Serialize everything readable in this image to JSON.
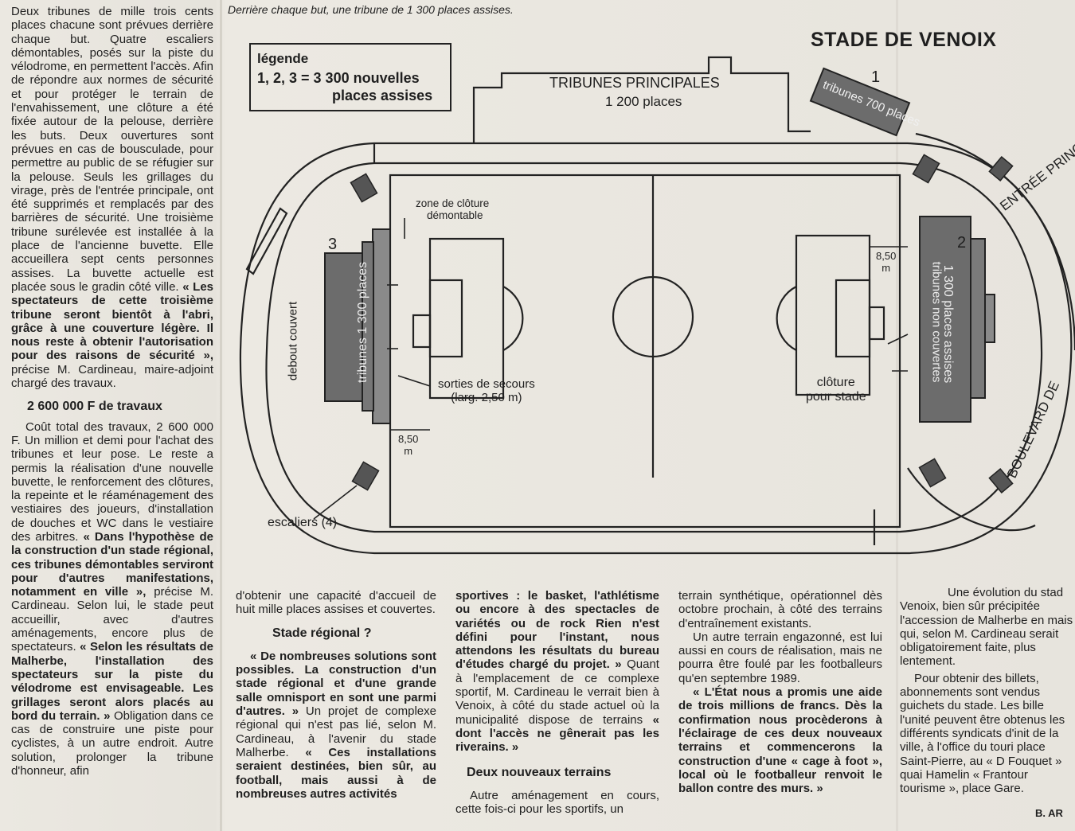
{
  "caption": "Derrière chaque but, une tribune de 1 300 places assises.",
  "title": "STADE DE VENOIX",
  "legend": {
    "heading": "légende",
    "line1": "1, 2, 3  =  3 300 nouvelles",
    "line2": "places assises"
  },
  "map_labels": {
    "tribunes_principales": "TRIBUNES PRINCIPALES",
    "tribunes_principales_places": "1 200 places",
    "stand1_number": "1",
    "stand1_text": "tribunes 700 places",
    "entree_principale": "ENTRÉE PRINCIPALE",
    "zone_cloture": "zone de clôture",
    "zone_cloture_2": "démontable",
    "stand3_number": "3",
    "stand3_text": "tribunes 1 300 places",
    "debout_couvert": "debout couvert",
    "sorties": "sorties de secours",
    "sorties_2": "(larg. 2,50 m)",
    "dim_left": "8,50",
    "dim_left_unit": "m",
    "dim_right": "8,50",
    "dim_right_unit": "m",
    "stand2_number": "2",
    "stand2_text": "1 300 places assises",
    "stand2_text2": "tribunes non couvertes",
    "cloture": "clôture",
    "cloture_2": "pour stade",
    "escaliers": "escaliers (4)",
    "boulevard": "BOULEVARD DE"
  },
  "col1": {
    "p1": "Deux tribunes de mille trois cents places chacune sont prévues derrière chaque but. Quatre escaliers démontables, posés sur la piste du vélodrome, en permettent l'accès. Afin de répondre aux normes de sécurité et pour protéger le terrain de l'envahissement, une clôture a été fixée autour de la pelouse, derrière les buts. Deux ouvertures sont prévues en cas de bousculade, pour permettre au public de se réfugier sur la pelouse. Seuls les grillages du virage, près de l'entrée principale, ont été supprimés et remplacés par des barrières de sécurité. Une troisième tribune surélevée est installée à la place de l'ancienne buvette. Elle accueillera sept cents personnes assises. La buvette actuelle est placée sous le gradin côté ville.",
    "p1_bold": "« Les spectateurs de cette troisième tribune seront bientôt à l'abri, grâce à une couverture légère. Il nous reste à obtenir l'autorisation pour des raisons de sécurité »,",
    "p1_end": "précise M. Cardineau, maire-adjoint chargé des travaux.",
    "subhead": "2 600 000 F de travaux",
    "p2": "Coût total des travaux, 2 600 000 F. Un million et demi pour l'achat des tribunes et leur pose. Le reste a permis la réalisation d'une nouvelle buvette, le renforcement des clôtures, la repeinte et le réaménagement des vestiaires des joueurs, d'installation de douches et WC dans le vestiaire des arbitres.",
    "p2_bold": "« Dans l'hypothèse de la construction d'un stade régional, ces tribunes démontables serviront pour d'autres manifestations, notamment en ville »,",
    "p2_mid": "précise M. Cardineau. Selon lui, le stade peut accueillir, avec d'autres aménagements, encore plus de spectateurs.",
    "p2_bold2": "« Selon les résultats de Malherbe, l'installation des spectateurs sur la piste du vélodrome est envisageable. Les grillages seront alors placés au bord du terrain. »",
    "p2_end": "Obligation dans ce cas de construire une piste pour cyclistes, à un autre endroit. Autre solution, prolonger la tribune d'honneur, afin"
  },
  "col2": {
    "p1": "d'obtenir une capacité d'accueil de huit mille places assises et couvertes.",
    "subhead": "Stade régional ?",
    "p2_bold": "« De nombreuses solutions sont possibles. La construction d'un stade régional et d'une grande salle omnisport en sont une parmi d'autres. »",
    "p2": "Un projet de complexe régional qui n'est pas lié, selon M. Cardineau, à l'avenir du stade Malherbe.",
    "p2_bold2": "« Ces installations seraient destinées, bien sûr, au football, mais aussi à de nombreuses autres activités"
  },
  "col3": {
    "p1_bold": "sportives : le basket, l'athlétisme ou encore à des spectacles de variétés ou de rock Rien n'est défini pour l'instant, nous attendons les résultats du bureau d'études chargé du projet. »",
    "p1": "Quant à l'emplacement de ce complexe sportif, M. Cardineau le verrait bien à Venoix, à côté du stade actuel où la municipalité dispose de terrains",
    "p1_bold2": "« dont l'accès ne gênerait pas les riverains. »",
    "subhead": "Deux nouveaux terrains",
    "p2": "Autre aménagement en cours, cette fois-ci pour les sportifs, un"
  },
  "col4": {
    "p1": "terrain synthétique, opérationnel dès octobre prochain, à côté des terrains d'entraînement existants.",
    "p2": "Un autre terrain engazonné, est lui aussi en cours de réalisation, mais ne pourra être foulé par les footballeurs qu'en septembre 1989.",
    "p3_bold": "« L'État nous a promis une aide de trois millions de francs. Dès la confirmation nous procèderons à l'éclairage de ces deux nouveaux terrains et commencerons la construction d'une « cage à foot », local où le footballeur renvoit le ballon contre des murs. »"
  },
  "col5": {
    "p1": "Une évolution du stad Venoix, bien sûr précipitée l'accession de Malherbe en mais qui, selon M. Cardineau serait obligatoirement faite, plus lentement.",
    "p2": "Pour obtenir des billets, abonnements sont vendus guichets du stade. Les bille l'unité peuvent être obtenus les différents syndicats d'init de la ville, à l'office du touri place Saint-Pierre, au « D Fouquet » quai Hamelin « Frantour tourisme », place Gare.",
    "sign": "B. AR"
  }
}
